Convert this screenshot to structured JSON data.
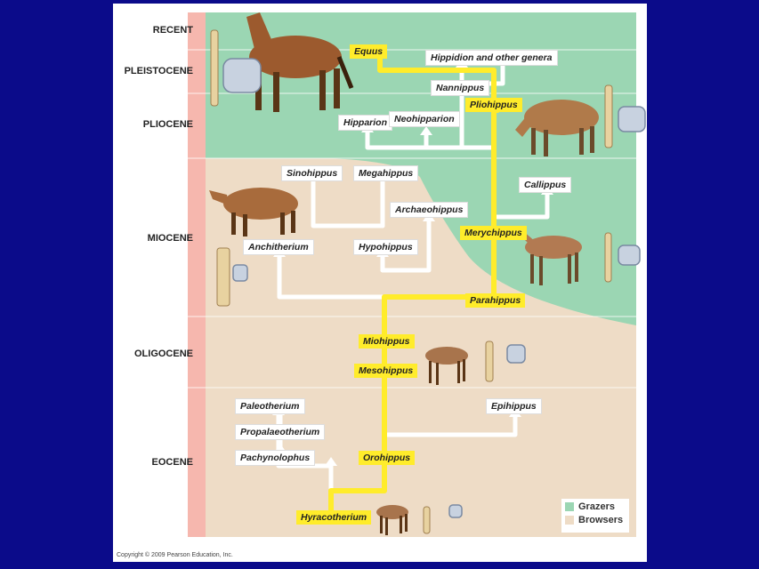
{
  "epochs": [
    "RECENT",
    "PLEISTOCENE",
    "PLIOCENE",
    "MIOCENE",
    "OLIGOCENE",
    "EOCENE"
  ],
  "taxa": {
    "equus": "Equus",
    "hippidion": "Hippidion and other genera",
    "nannippus": "Nannippus",
    "pliohippus": "Pliohippus",
    "hipparion": "Hipparion",
    "neohipparion": "Neohipparion",
    "sinohippus": "Sinohippus",
    "megahippus": "Megahippus",
    "callippus": "Callippus",
    "archaeohippus": "Archaeohippus",
    "merychippus": "Merychippus",
    "anchitherium": "Anchitherium",
    "hypohippus": "Hypohippus",
    "parahippus": "Parahippus",
    "miohippus": "Miohippus",
    "mesohippus": "Mesohippus",
    "paleotherium": "Paleotherium",
    "epihippus": "Epihippus",
    "propalaeotherium": "Propalaeotherium",
    "pachynolophus": "Pachynolophus",
    "orohippus": "Orohippus",
    "hyracotherium": "Hyracotherium"
  },
  "legend": {
    "grazers": "Grazers",
    "browsers": "Browsers",
    "grazers_color": "#9bd6b3",
    "browsers_color": "#eedcc6"
  },
  "colors": {
    "background": "#0b0b8a",
    "main_lineage": "#ffec2b",
    "timeline_bar": "#f6b7ae"
  },
  "copyright": "Copyright © 2009 Pearson Education, Inc."
}
